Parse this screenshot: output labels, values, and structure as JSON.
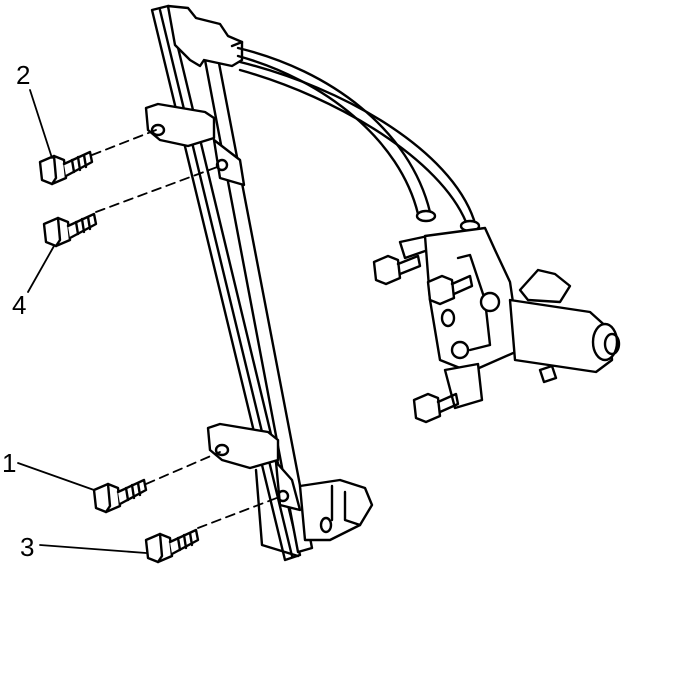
{
  "diagram": {
    "subject": "Window regulator assembly with motor",
    "colors": {
      "line": "#000000",
      "background": "#ffffff"
    },
    "callouts": [
      {
        "id": "2",
        "label": "2",
        "part": "regulator-upper-bolt-a"
      },
      {
        "id": "4",
        "label": "4",
        "part": "regulator-upper-bolt-b"
      },
      {
        "id": "1",
        "label": "1",
        "part": "regulator-lower-bolt-a"
      },
      {
        "id": "3",
        "label": "3",
        "part": "regulator-lower-bolt-b"
      }
    ]
  }
}
